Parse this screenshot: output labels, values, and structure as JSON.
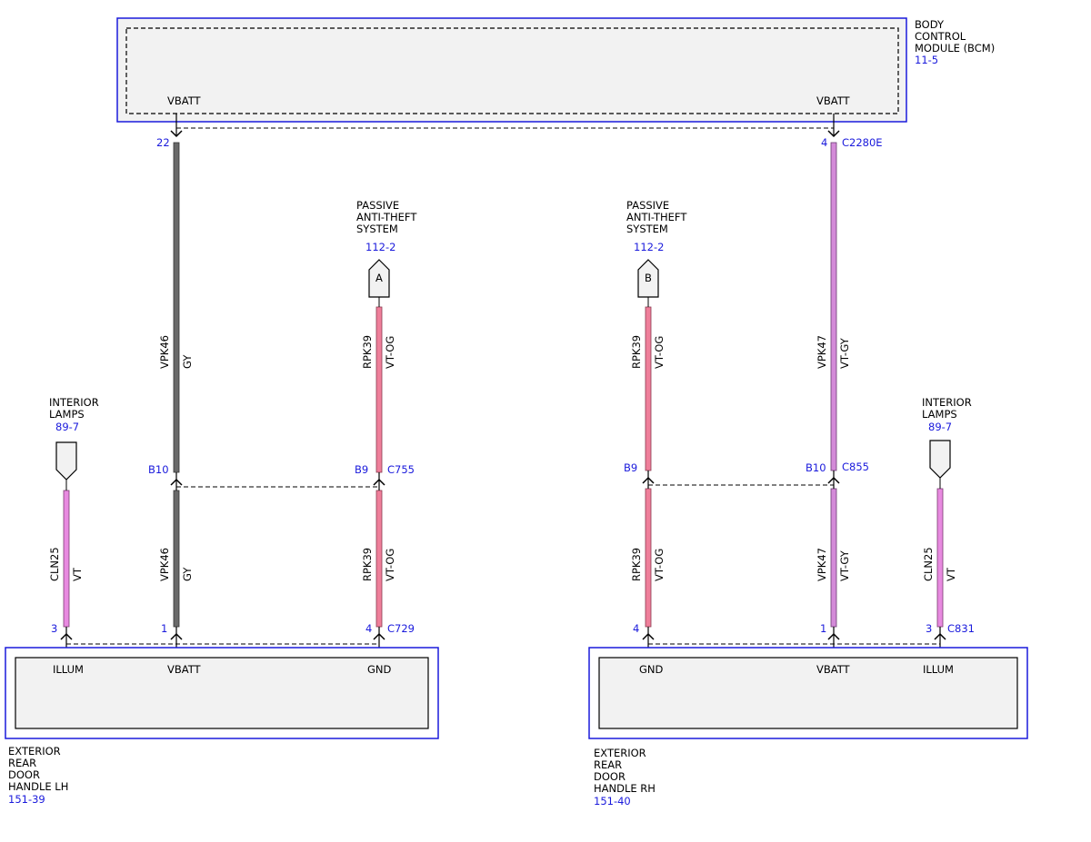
{
  "colors": {
    "gy": "#6a6a6a",
    "vt": "#e88ae0",
    "vt_og": "#ef7f9a",
    "vt_gy": "#d38ad8",
    "module_border": "#1a1adc",
    "module_fill": "#f2f2f2"
  },
  "bcm": {
    "name_lines": [
      "BODY",
      "CONTROL",
      "MODULE (BCM)"
    ],
    "ref": "11-5",
    "pin_left": "VBATT",
    "pin_right": "VBATT"
  },
  "connectors": {
    "c2280e": "C2280E",
    "c755": "C755",
    "c729": "C729",
    "c855": "C855",
    "c831": "C831"
  },
  "pins": {
    "bcm_left": "22",
    "bcm_right": "4",
    "b10_left": "B10",
    "b9_left": "B9",
    "b9_right": "B9",
    "b10_right": "B10",
    "lh_illum": "3",
    "lh_vbatt": "1",
    "lh_gnd": "4",
    "rh_gnd": "4",
    "rh_vbatt": "1",
    "rh_illum": "3"
  },
  "pats": {
    "lines": [
      "PASSIVE",
      "ANTI-THEFT",
      "SYSTEM"
    ],
    "ref": "112-2",
    "flag_a": "A",
    "flag_b": "B"
  },
  "interior_lamps": {
    "lines": [
      "INTERIOR",
      "LAMPS"
    ],
    "ref": "89-7"
  },
  "wires": {
    "vpk46": "VPK46",
    "gy": "GY",
    "rpk39": "RPK39",
    "vt_og": "VT-OG",
    "vpk47": "VPK47",
    "vt_gy": "VT-GY",
    "cln25": "CLN25",
    "vt": "VT"
  },
  "handle_lh": {
    "name_lines": [
      "EXTERIOR",
      "REAR",
      "DOOR",
      "HANDLE LH"
    ],
    "ref": "151-39",
    "pin_illum": "ILLUM",
    "pin_vbatt": "VBATT",
    "pin_gnd": "GND"
  },
  "handle_rh": {
    "name_lines": [
      "EXTERIOR",
      "REAR",
      "DOOR",
      "HANDLE RH"
    ],
    "ref": "151-40",
    "pin_gnd": "GND",
    "pin_vbatt": "VBATT",
    "pin_illum": "ILLUM"
  }
}
